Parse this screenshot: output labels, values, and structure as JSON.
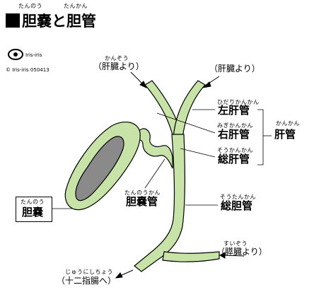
{
  "title": {
    "text": "胆嚢と胆管",
    "ruby_tannou": "たんのう",
    "ruby_tankan": "たんかん"
  },
  "logo": {
    "text": "Iris-iris",
    "copyright": "© Iris-iris  050413"
  },
  "labels": {
    "liver_left": {
      "ruby": "かんぞう",
      "text": "（肝臓より）"
    },
    "liver_right": {
      "text": "（肝臓より）"
    },
    "left_hepatic": {
      "ruby": "ひだりかんかん",
      "text": "左肝管"
    },
    "right_hepatic": {
      "ruby": "みぎかんかん",
      "text": "右肝管"
    },
    "common_hepatic": {
      "ruby": "そうかんかん",
      "text": "総肝管"
    },
    "hepatic_group": {
      "ruby": "かんかん",
      "text": "肝管"
    },
    "cystic_duct": {
      "ruby": "たんのうかん",
      "text": "胆嚢管"
    },
    "common_bile": {
      "ruby": "そうたんかん",
      "text": "総胆管"
    },
    "gallbladder": {
      "ruby": "たんのう",
      "text": "胆嚢"
    },
    "pancreas": {
      "ruby": "すいぞう",
      "text": "（膵臓より）"
    },
    "duodenum": {
      "ruby": "じゅうにしちょう",
      "text": "（十二指腸へ）"
    }
  },
  "colors": {
    "duct": "#c8e3a7",
    "gallbladder_inner": "#8a8a8a",
    "outline": "#000000"
  }
}
